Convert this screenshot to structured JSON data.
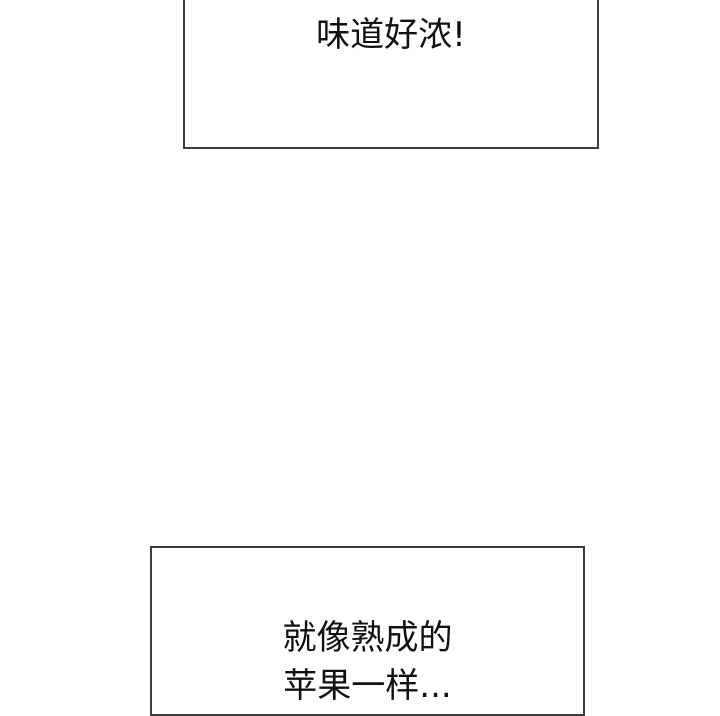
{
  "panels": [
    {
      "lines": [
        "味道好浓!"
      ]
    },
    {
      "lines": [
        "就像熟成的",
        "苹果一样..."
      ]
    }
  ],
  "colors": {
    "background": "#ffffff",
    "border": "#3c3c3c",
    "text": "#111111"
  }
}
